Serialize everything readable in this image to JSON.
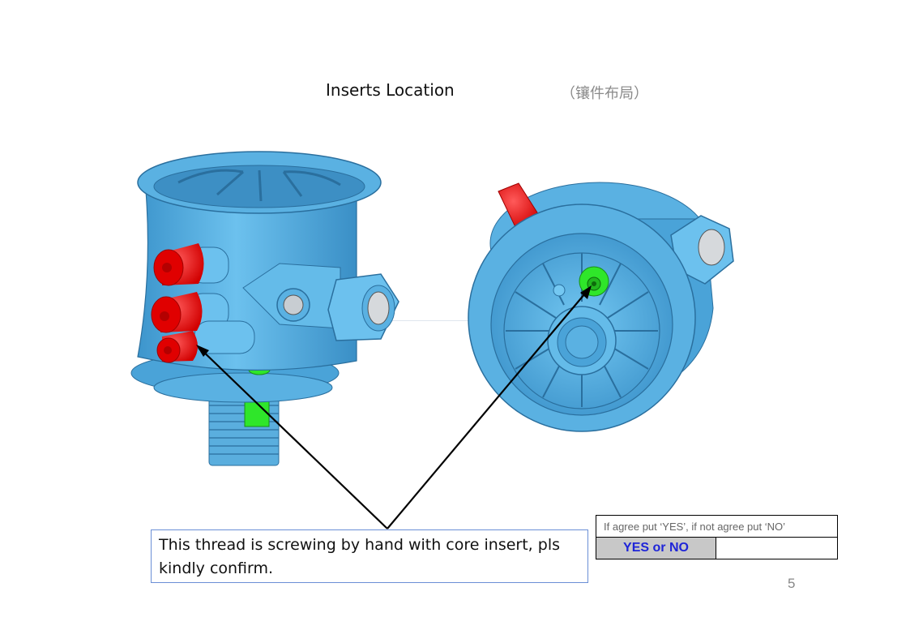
{
  "header": {
    "title": "Inserts Location",
    "title_cn": "（镶件布局）"
  },
  "figure": {
    "left_view": "valve-body-side-view",
    "right_view": "valve-body-bottom-view",
    "colors": {
      "body": "#5ab1e2",
      "body_dark": "#2f7fb4",
      "insert_red": "#f00f12",
      "insert_green": "#2fe62a",
      "metal": "#c8cdd2"
    }
  },
  "note": {
    "text": "This thread is screwing by hand with core insert, pls kindly confirm."
  },
  "confirm": {
    "instruction": "If agree put ‘YES’, if not agree put ‘NO’",
    "yes_or_no": "YES or NO",
    "answer": ""
  },
  "page": {
    "number": "5"
  }
}
